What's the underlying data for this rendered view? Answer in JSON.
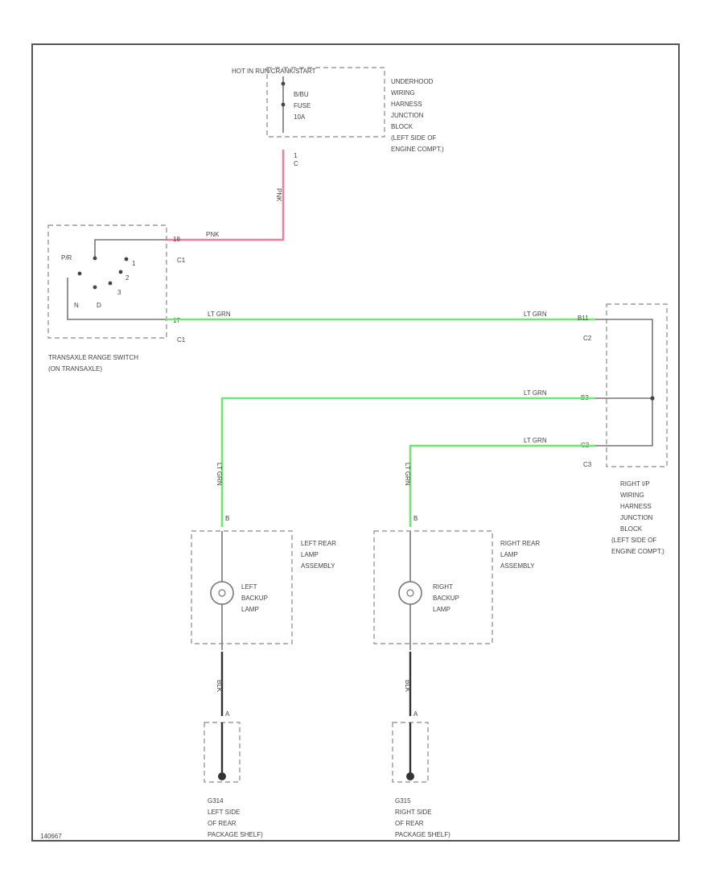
{
  "fuse_block": {
    "header": "HOT IN RUN/CRANK/START",
    "fuse": [
      "B/BU",
      "FUSE",
      "10A"
    ],
    "location": [
      "UNDERHOOD",
      "WIRING",
      "HARNESS",
      "JUNCTION",
      "BLOCK",
      "(LEFT SIDE OF",
      "ENGINE COMPT.)"
    ],
    "pin": "1",
    "connector": "C"
  },
  "wires": {
    "pink_vertical": "PNK",
    "pink_horizontal": "PNK",
    "main_green": "LT GRN",
    "main_green_right": "LT GRN",
    "upper_green": "LT GRN",
    "lower_green": "LT GRN",
    "left_vertical": "LT GRN",
    "right_vertical": "LT GRN",
    "left_ground": "BLK",
    "right_ground": "BLK"
  },
  "switch": {
    "pin_top": "18",
    "pin_bottom": "17",
    "connector_top": "C1",
    "connector_bottom": "C1",
    "positions": [
      "P/R",
      "N",
      "D",
      "3",
      "2",
      "1"
    ],
    "name": [
      "TRANSAXLE RANGE SWITCH",
      "(ON TRANSAXLE)"
    ]
  },
  "right_junction": {
    "pin_top": "B11",
    "pin_mid": "B3",
    "pin_low": "C2",
    "connector_top": "C2",
    "connector_low": "C3",
    "name": [
      "RIGHT I/P",
      "WIRING",
      "HARNESS",
      "JUNCTION",
      "BLOCK",
      "(LEFT SIDE OF",
      "ENGINE COMPT.)"
    ]
  },
  "left_lamp": {
    "pin": "B",
    "lamp": [
      "LEFT",
      "BACKUP",
      "LAMP"
    ],
    "assembly": [
      "LEFT REAR",
      "LAMP",
      "ASSEMBLY"
    ],
    "ground_pin": "A"
  },
  "right_lamp": {
    "pin": "B",
    "lamp": [
      "RIGHT",
      "BACKUP",
      "LAMP"
    ],
    "assembly": [
      "RIGHT REAR",
      "LAMP",
      "ASSEMBLY"
    ],
    "ground_pin": "A"
  },
  "left_ground": {
    "name": [
      "G314",
      "LEFT SIDE",
      "OF REAR",
      "PACKAGE SHELF)"
    ]
  },
  "right_ground": {
    "name": [
      "G315",
      "RIGHT SIDE",
      "OF REAR",
      "PACKAGE SHELF)"
    ]
  },
  "footer_id": "140667",
  "colors": {
    "pink": "#f27a9a",
    "green": "#6ee86e",
    "frame": "#555555"
  }
}
